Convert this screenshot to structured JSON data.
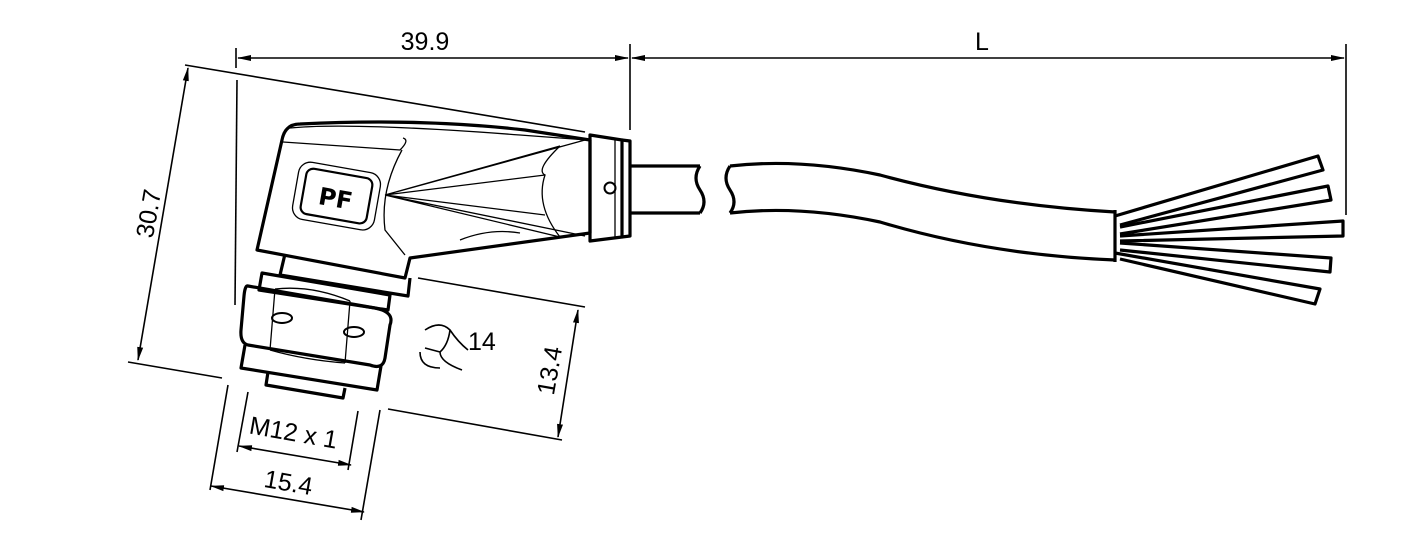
{
  "dimensions": {
    "width_connector": "39.9",
    "cable_length": "L",
    "height_connector": "30.7",
    "nut_height": "13.4",
    "thread": "M12 x 1",
    "nut_diameter": "15.4",
    "wrench_size": "14"
  },
  "logo": {
    "text": "PF"
  }
}
